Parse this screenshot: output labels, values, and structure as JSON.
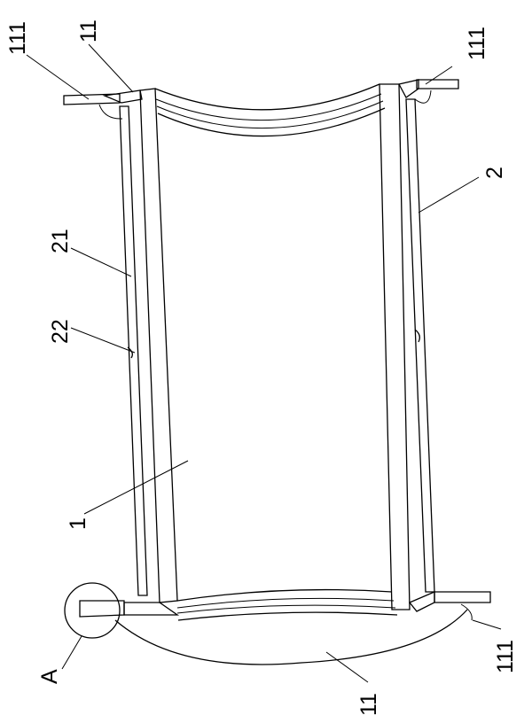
{
  "figure": {
    "labels": {
      "flange_top_left": "111",
      "pipe_end_top_left": "11",
      "flange_top_right": "111",
      "sleeve": "2",
      "sleeve_inner_layer": "21",
      "groove": "22",
      "pipe_body": "1",
      "detail_marker": "A",
      "pipe_end_bottom": "11",
      "flange_bottom_right": "111"
    },
    "colors": {
      "line": "#000000",
      "background": "#ffffff"
    }
  }
}
